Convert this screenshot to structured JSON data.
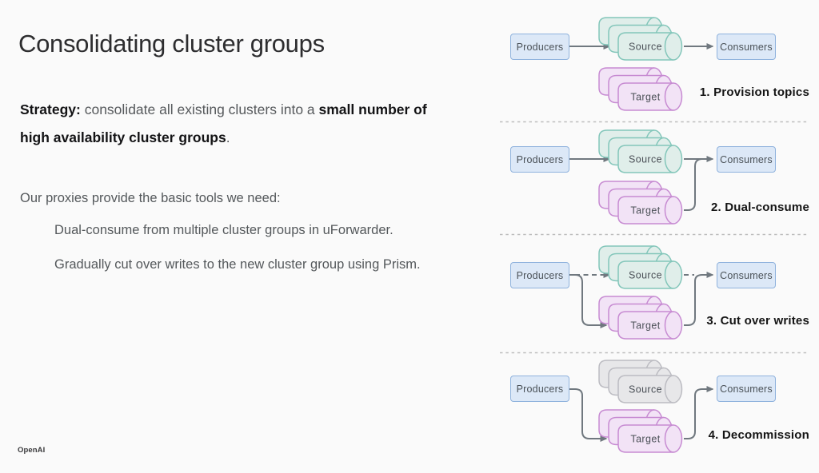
{
  "slide": {
    "title": "Consolidating cluster groups",
    "strategy": {
      "bold_lead": "Strategy:",
      "normal_mid": " consolidate all existing clusters into a ",
      "bold_tail": "small number of",
      "bold_line2": "high availability cluster groups",
      "period": "."
    },
    "body": {
      "intro": "Our proxies provide the basic tools we need:",
      "bullets": [
        "Dual-consume from multiple cluster groups in uForwarder.",
        "Gradually cut over writes to the new cluster group using Prism."
      ]
    },
    "footer": {
      "brand": "OpenAI"
    }
  },
  "diagram": {
    "node_labels": {
      "producers": "Producers",
      "consumers": "Consumers"
    },
    "cluster_labels": {
      "source": "Source",
      "target": "Target"
    },
    "steps": [
      {
        "label": "1. Provision topics"
      },
      {
        "label": "2. Dual-consume"
      },
      {
        "label": "3. Cut over writes"
      },
      {
        "label": "4. Decommission"
      }
    ],
    "colors": {
      "node_fill": "#dce8f7",
      "node_border": "#8fb2dd",
      "source_fill": "#e0eeea",
      "source_border": "#83c6ba",
      "target_fill": "#f2e3f6",
      "target_border": "#c78bd2",
      "decommissioned_fill": "#e7e7e9",
      "decommissioned_border": "#bcbcc2",
      "arrow": "#70787f",
      "separator": "#bdbdbd"
    }
  }
}
